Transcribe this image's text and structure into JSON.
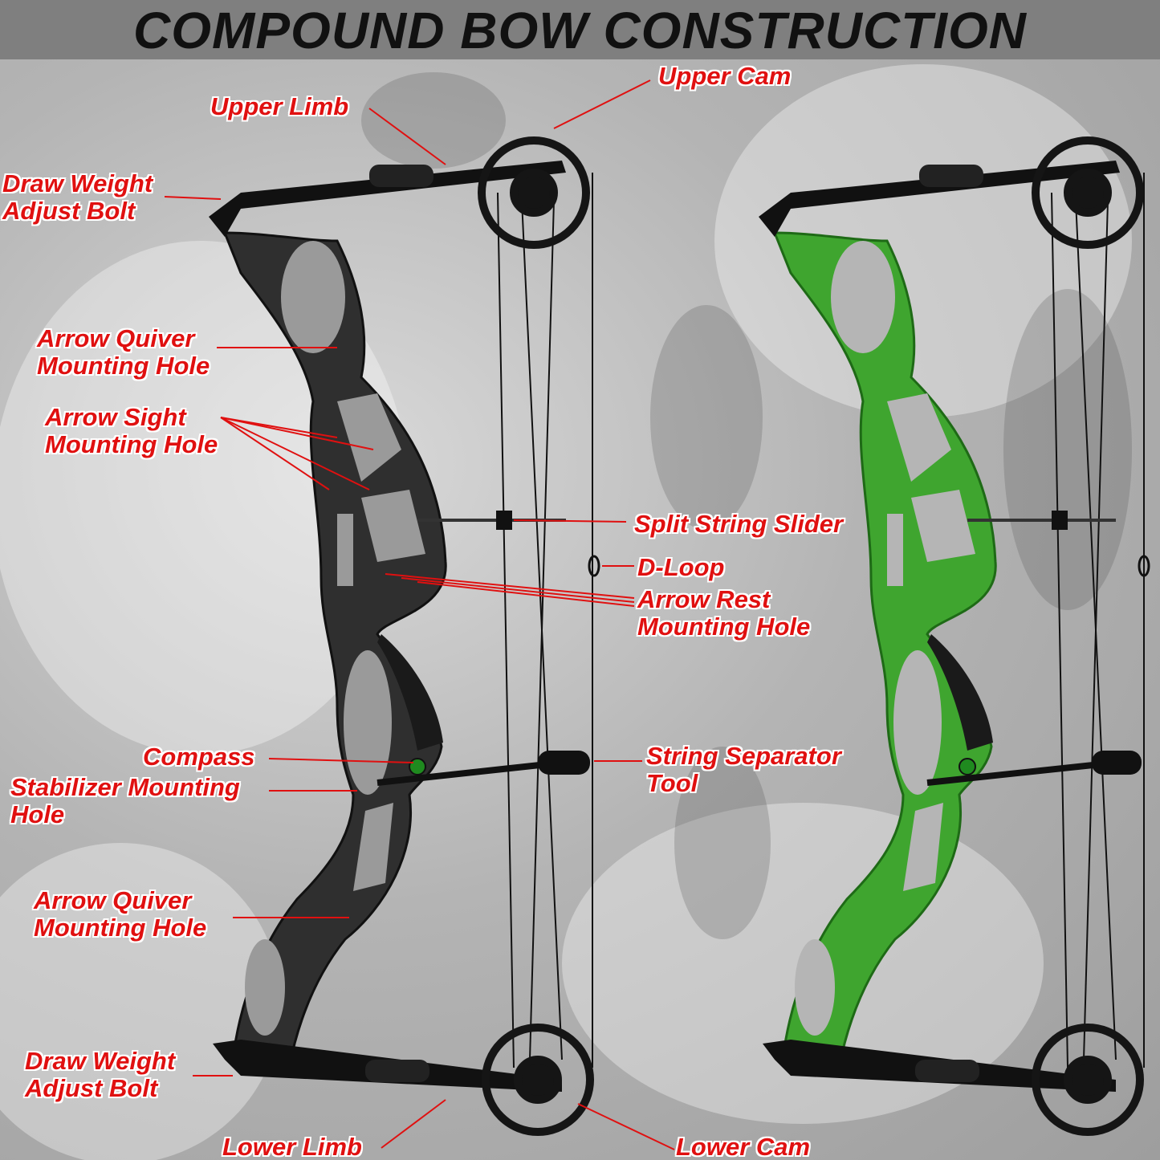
{
  "title": "COMPOUND BOW CONSTRUCTION",
  "labels": {
    "upper_cam": "Upper Cam",
    "upper_limb": "Upper Limb",
    "draw_weight_top_1": "Draw Weight",
    "draw_weight_top_2": "Adjust Bolt",
    "quiver_top_1": "Arrow Quiver",
    "quiver_top_2": "Mounting Hole",
    "sight_1": "Arrow Sight",
    "sight_2": "Mounting Hole",
    "split_string_slider": "Split String Slider",
    "d_loop": "D-Loop",
    "arrow_rest_1": "Arrow Rest",
    "arrow_rest_2": "Mounting Hole",
    "compass": "Compass",
    "stabilizer_1": "Stabilizer Mounting",
    "stabilizer_2": "Hole",
    "string_separator_1": "String Separator",
    "string_separator_2": "Tool",
    "quiver_bottom_1": "Arrow Quiver",
    "quiver_bottom_2": "Mounting Hole",
    "draw_weight_bottom_1": "Draw Weight",
    "draw_weight_bottom_2": "Adjust Bolt",
    "lower_limb": "Lower Limb",
    "lower_cam": "Lower Cam"
  },
  "colors": {
    "title_bar": "#7f7f7f",
    "label_red": "#e01010",
    "bow_black": "#2f2f2f",
    "bow_green": "#3fa52f"
  }
}
